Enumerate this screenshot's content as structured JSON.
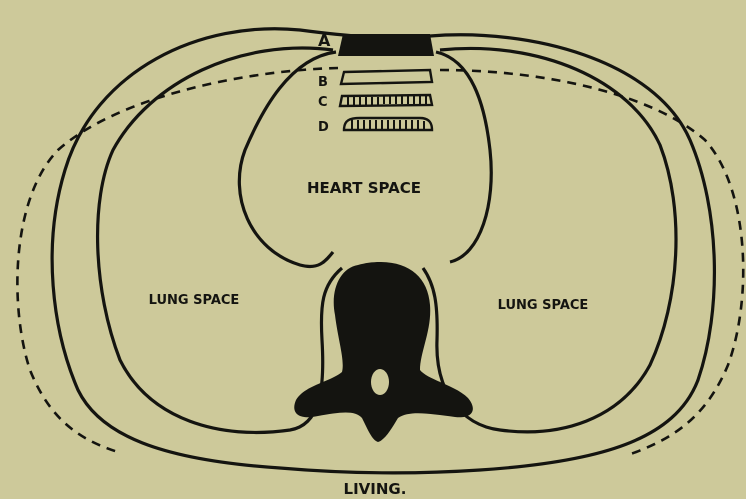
{
  "diagram": {
    "labels": {
      "a": "A",
      "b": "B",
      "c": "C",
      "d": "D",
      "heart": "HEART SPACE",
      "lung_left": "LUNG SPACE",
      "lung_right": "LUNG SPACE",
      "caption": "LIVING."
    },
    "colors": {
      "background": "#cdc99a",
      "ink": "#141410"
    }
  }
}
